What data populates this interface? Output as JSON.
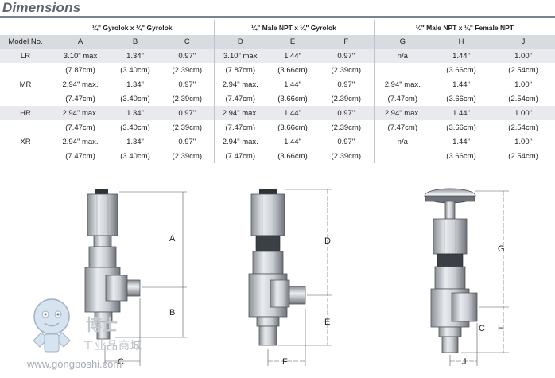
{
  "title": "Dimensions",
  "groups": [
    {
      "label": "¼\" Gyrolok x ¼\" Gyrolok"
    },
    {
      "label": "¼\" Male NPT x ¼\" Gyrolok"
    },
    {
      "label": "¼\" Male NPT x ¼\" Female NPT"
    }
  ],
  "columns": [
    "Model No.",
    "A",
    "B",
    "C",
    "D",
    "E",
    "F",
    "G",
    "H",
    "J"
  ],
  "rows": [
    {
      "model": "LR",
      "imperial": [
        "3.10\" max",
        "1.34\"",
        "0.97\"",
        "3.10\" max",
        "1.44\"",
        "0.97\"",
        "n/a",
        "1.44\"",
        "1.00\""
      ],
      "metric": [
        "(7.87cm)",
        "(3.40cm)",
        "(2.39cm)",
        "(7.87cm)",
        "(3.66cm)",
        "(2.39cm)",
        "",
        "(3.66cm)",
        "(2.54cm)"
      ]
    },
    {
      "model": "MR",
      "imperial": [
        "2.94\" max.",
        "1.34\"",
        "0.97\"",
        "2.94\" max.",
        "1.44\"",
        "0.97\"",
        "2.94\" max.",
        "1.44\"",
        "1.00\""
      ],
      "metric": [
        "(7.47cm)",
        "(3.40cm)",
        "(2.39cm)",
        "(7.47cm)",
        "(3.66cm)",
        "(2.39cm)",
        "(7.47cm)",
        "(3.66cm)",
        "(2.54cm)"
      ]
    },
    {
      "model": "HR",
      "imperial": [
        "2.94\" max.",
        "1.34\"",
        "0.97\"",
        "2.94\" max.",
        "1.44\"",
        "0.97\"",
        "2.94\" max.",
        "1.44\"",
        "1.00\""
      ],
      "metric": [
        "(7.47cm)",
        "(3.40cm)",
        "(2.39cm)",
        "(7.47cm)",
        "(3.66cm)",
        "(2.39cm)",
        "(7.47cm)",
        "(3.66cm)",
        "(2.54cm)"
      ]
    },
    {
      "model": "XR",
      "imperial": [
        "2.94\" max.",
        "1.34\"",
        "0.97\"",
        "2.94\" max.",
        "1.44\"",
        "0.97\"",
        "n/a",
        "1.44\"",
        "1.00\""
      ],
      "metric": [
        "(7.47cm)",
        "(3.40cm)",
        "(2.39cm)",
        "(7.47cm)",
        "(3.66cm)",
        "(2.39cm)",
        "",
        "(3.66cm)",
        "(2.54cm)"
      ]
    }
  ],
  "drawing_labels": {
    "a": "A",
    "b": "B",
    "c": "C",
    "d": "D",
    "e": "E",
    "f": "F",
    "g": "G",
    "h": "H",
    "j": "J"
  },
  "watermark": {
    "line1": "工业品商城",
    "line2": "www.gongboshi.com",
    "logo_text": "博士"
  }
}
